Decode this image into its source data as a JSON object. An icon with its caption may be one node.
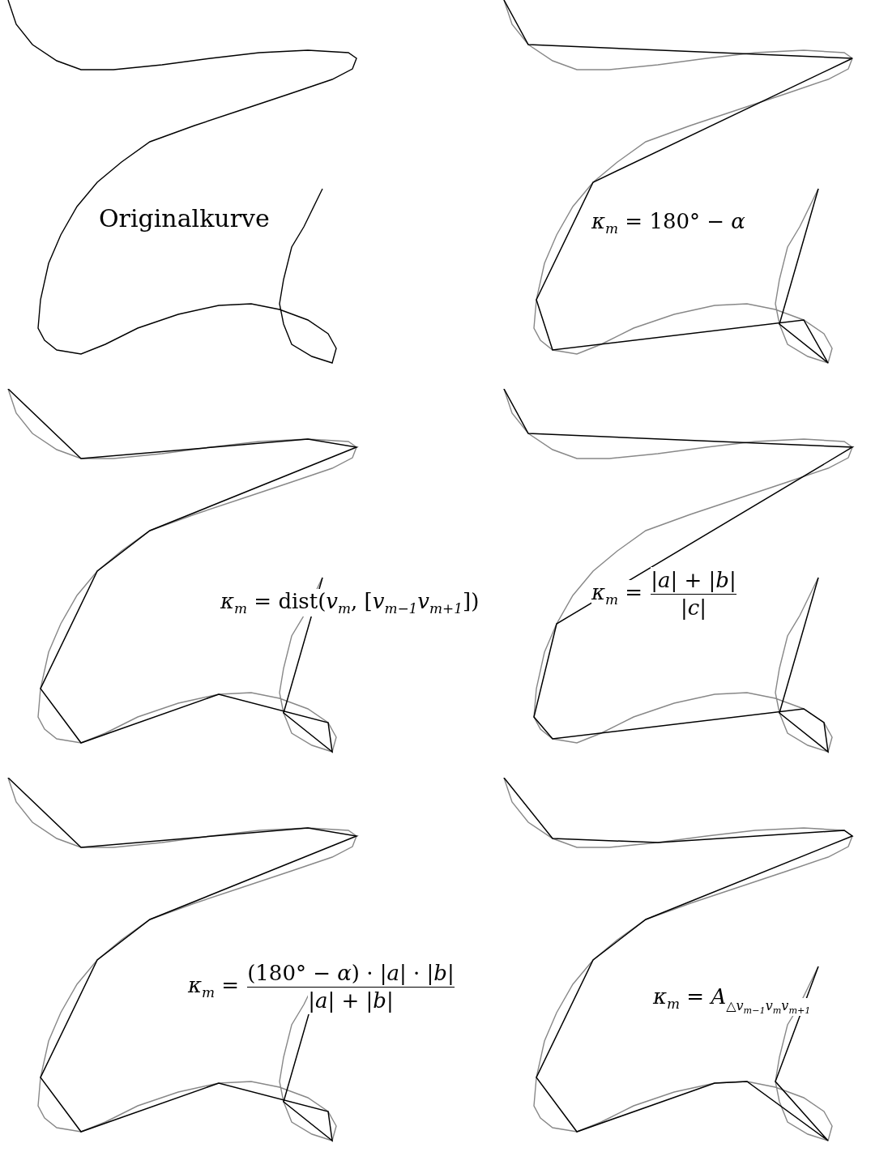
{
  "diagram": {
    "labels": [
      "Originalkurve",
      "*κ*$_{m}$ = 180° − *α*",
      "*κ*$_{m}$ = dist(*v*$_{m}$, [*v*$_{m−1}$*v*$_{m+1}$])",
      "*κ*$_{m}$ =",
      "|*a*| + |*b*|",
      "|*c*|",
      "*κ*$_{m}$ =",
      "(180° − *α*) · |*a*| · |*b*|",
      "|*a*| + |*b*|",
      "*κ*$_{m}$ = *A*",
      "△*v*$_{m−1}$*v*$_{m}$*v*$_{m+1}$"
    ]
  }
}
